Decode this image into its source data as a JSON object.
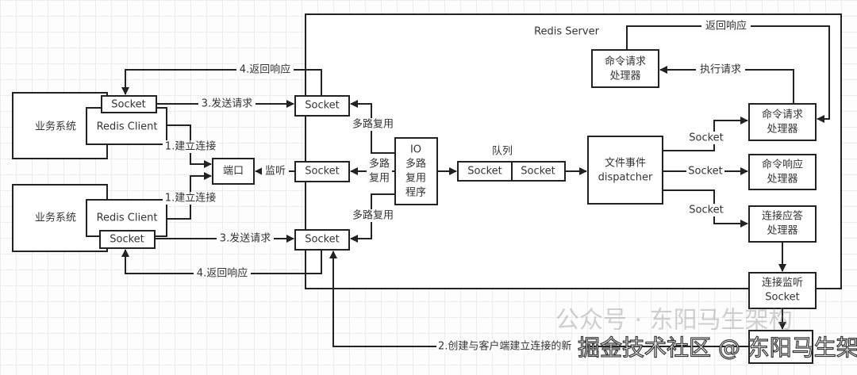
{
  "server": {
    "title": "Redis Server"
  },
  "clients": [
    {
      "system": "业务系统",
      "client": "Redis Client",
      "socket": "Socket"
    },
    {
      "system": "业务系统",
      "client": "Redis Client",
      "socket": "Socket"
    }
  ],
  "port": "端口",
  "server_sockets": [
    "Socket",
    "Socket",
    "Socket"
  ],
  "io": {
    "lines": [
      "IO",
      "多路",
      "复用",
      "程序"
    ]
  },
  "queue": {
    "label": "队列",
    "items": [
      "Socket",
      "Socket"
    ]
  },
  "dispatcher": {
    "lines": [
      "文件事件",
      "dispatcher"
    ]
  },
  "handlers": {
    "inner_request": [
      "命令请求",
      "处理器"
    ],
    "request": [
      "命令请求",
      "处理器"
    ],
    "response": [
      "命令响应",
      "处理器"
    ],
    "accept": [
      "连接应答",
      "处理器"
    ],
    "listen_socket": [
      "连接监听",
      "Socket"
    ]
  },
  "labels": {
    "return_top": "4.返回响应",
    "send_top": "3.发送请求",
    "connect_top": "1.建立连接",
    "connect_bottom": "1.建立连接",
    "listen": "监听",
    "send_bottom": "3.发送请求",
    "return_bottom": "4.返回响应",
    "mux_top": "多路复用",
    "mux_mid": [
      "多路",
      "复用"
    ],
    "mux_bottom": "多路复用",
    "disp_socket_1": "Socket",
    "disp_socket_2": "Socket",
    "disp_socket_3": "Socket",
    "handler_return": "返回响应",
    "execute": "执行请求",
    "create_new": "2.创建与客户端建立连接的新"
  },
  "watermarks": [
    "公众号 · 东阳马生架构",
    "掘金技术社区 @ 东阳马生架构"
  ]
}
